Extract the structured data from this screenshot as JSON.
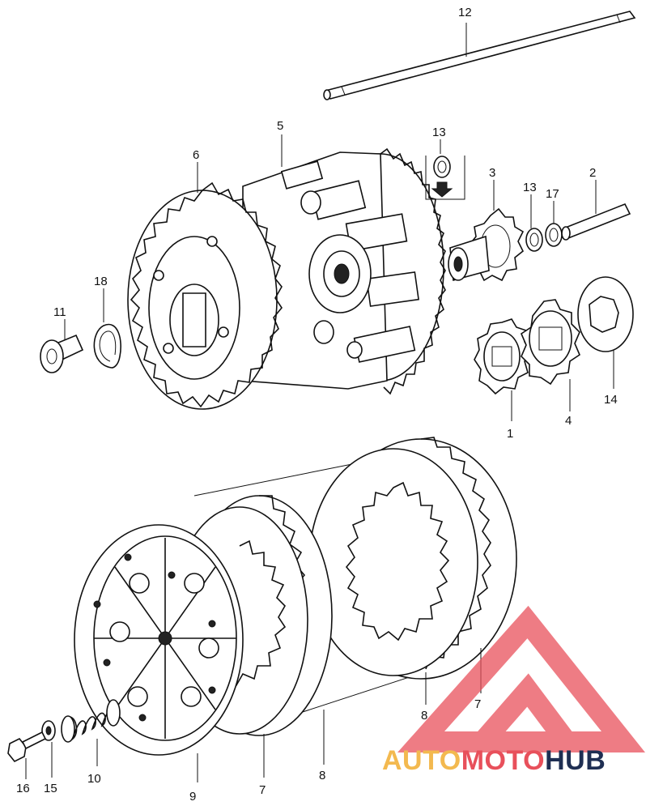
{
  "callouts": [
    "12",
    "5",
    "13",
    "6",
    "3",
    "13",
    "17",
    "2",
    "18",
    "11",
    "14",
    "4",
    "1",
    "7",
    "8",
    "16",
    "15",
    "10",
    "9",
    "7",
    "8"
  ],
  "watermark": {
    "part1": "AUTO",
    "part2": "MOTO",
    "part3": "HUB",
    "colors": {
      "auto": "#f3b94f",
      "moto": "#e8505b",
      "hub": "#1f2f53"
    }
  }
}
